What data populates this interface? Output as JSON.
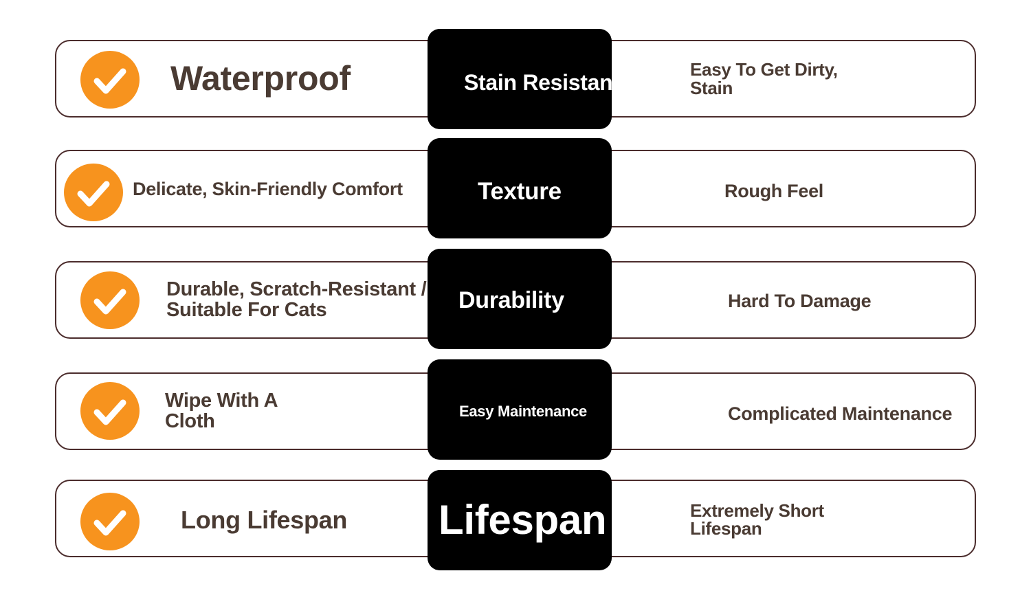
{
  "colors": {
    "accent": "#f7931e",
    "border": "#4b2c2c",
    "text": "#4a3b33",
    "category_bg": "#000000"
  },
  "rows": [
    {
      "pro": "Waterproof",
      "category": "Stain Resistant",
      "con": "Easy To Get Dirty, Stain",
      "icon": "check-icon"
    },
    {
      "pro": "Delicate, Skin-Friendly Comfort",
      "category": "Texture",
      "con": "Rough Feel",
      "icon": "check-icon"
    },
    {
      "pro": "Durable, Scratch-Resistant / Suitable For Cats",
      "category": "Durability",
      "con": "Hard To Damage",
      "icon": "check-icon"
    },
    {
      "pro": "Wipe With A Cloth",
      "category": "Easy Maintenance",
      "con": "Complicated Maintenance",
      "icon": "check-icon"
    },
    {
      "pro": "Long Lifespan",
      "category": "Lifespan",
      "con": "Extremely Short Lifespan",
      "icon": "check-icon"
    }
  ]
}
